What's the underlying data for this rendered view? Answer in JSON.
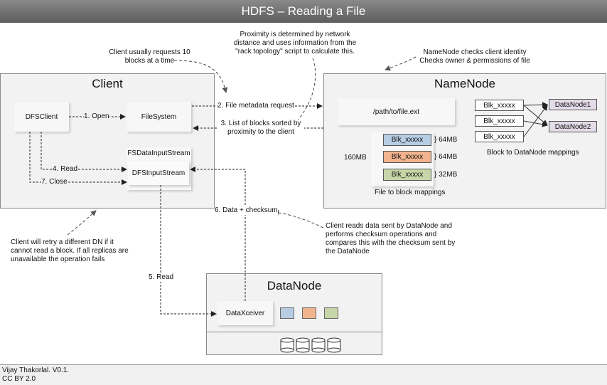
{
  "title": "HDFS – Reading a File",
  "client": {
    "title": "Client",
    "dfsclient": "DFSClient",
    "filesystem": "FileSystem",
    "fsdatainputstream": "FSDataInputStream",
    "dfsinputstream": "DFSInputStream",
    "open_label": "1. Open",
    "read_label": "4. Read",
    "close_label": "7. Close"
  },
  "namenode": {
    "title": "NameNode",
    "path": "/path/to/file.ext",
    "size_label": "160MB",
    "blocks": [
      {
        "name": "Blk_xxxxx",
        "size": "} 64MB",
        "color": "#b7cde3"
      },
      {
        "name": "Blk_xxxxx",
        "size": "} 64MB",
        "color": "#f2b48f"
      },
      {
        "name": "Blk_xxxxx",
        "size": "} 32MB",
        "color": "#c7d6a8"
      }
    ],
    "file_to_block_caption": "File to block mappings",
    "mapping_blocks": [
      "Blk_xxxxx",
      "Blk_xxxxx",
      "Blk_xxxxx"
    ],
    "datanodes": [
      "DataNode1",
      "DataNode2"
    ],
    "block_to_dn_caption": "Block to DataNode mappings"
  },
  "datanode": {
    "title": "DataNode",
    "xceiver": "DataXceiver",
    "block_colors": [
      "#b7cde3",
      "#f2b48f",
      "#c7d6a8"
    ]
  },
  "arrows": {
    "metadata_request": "2. File metadata request",
    "list_blocks": "3. List of blocks sorted by proximity to the client",
    "read5": "5. Read",
    "data_checksum": "6. Data + checksum"
  },
  "notes": {
    "client_requests": "Client usually requests 10 blocks at a time",
    "proximity": "Proximity is determined by network distance and uses information from the \"rack topology\" script to calculate this.",
    "namenode_checks": "NameNode checks client identity Checks owner & permissions of file",
    "client_reads": "Client reads data sent by DataNode and performs checksum operations and compares this with the checksum sent by the DataNode",
    "client_retry": "Client will retry a different DN if it cannot read a block. If all replicas are unavailable the operation fails"
  },
  "footer": {
    "line1": "Vijay Thakorlal. V0.1.",
    "line2": "CC BY 2.0"
  }
}
